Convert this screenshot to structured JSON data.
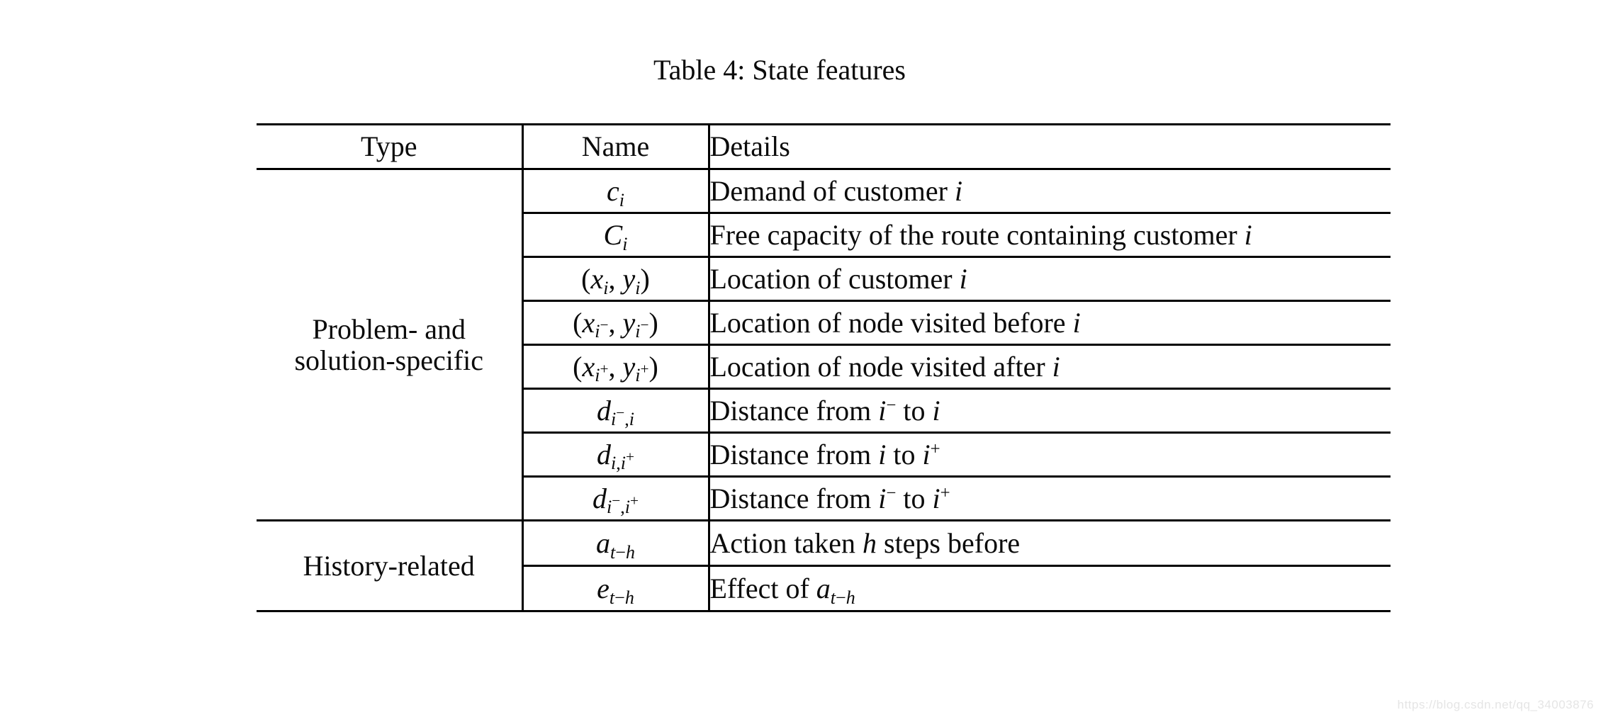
{
  "colors": {
    "background": "#ffffff",
    "text": "#0b0b0b",
    "line": "#000000",
    "watermark": "#e5e5e5"
  },
  "caption": "Table 4: State features",
  "watermark": "https://blog.csdn.net/qq_34003876",
  "table": {
    "header": {
      "type": "Type",
      "name": "Name",
      "details": "Details"
    },
    "groups": [
      {
        "type_label": "Problem- and solution-specific",
        "type_label_html": "Problem- and<br>solution-specific",
        "rows": [
          {
            "name": "c_i",
            "name_html": "<i>c</i><sub><i>i</i></sub>",
            "details": "Demand of customer i",
            "details_html": "Demand of customer <i>i</i>"
          },
          {
            "name": "C_i",
            "name_html": "<i>C</i><sub><i>i</i></sub>",
            "details": "Free capacity of the route containing customer i",
            "details_html": "Free capacity of the route containing customer <i>i</i>"
          },
          {
            "name": "(x_i, y_i)",
            "name_html": "(<i>x</i><sub><i>i</i></sub>, <i>y</i><sub><i>i</i></sub>)",
            "details": "Location of customer i",
            "details_html": "Location of customer <i>i</i>"
          },
          {
            "name": "(x_i-, y_i-)",
            "name_html": "(<i>x</i><sub><i>i</i><sup>−</sup></sub>, <i>y</i><sub><i>i</i><sup>−</sup></sub>)",
            "details": "Location of node visited before i",
            "details_html": "Location of node visited before <i>i</i>"
          },
          {
            "name": "(x_i+, y_i+)",
            "name_html": "(<i>x</i><sub><i>i</i><sup>+</sup></sub>, <i>y</i><sub><i>i</i><sup>+</sup></sub>)",
            "details": "Location of node visited after i",
            "details_html": "Location of node visited after <i>i</i>"
          },
          {
            "name": "d_i-,i",
            "name_html": "<i>d</i><sub><i>i</i><sup>−</sup>,<i>i</i></sub>",
            "details": "Distance from i− to i",
            "details_html": "Distance from <i>i</i><sup>−</sup> to <i>i</i>"
          },
          {
            "name": "d_i,i+",
            "name_html": "<i>d</i><sub><i>i</i>,<i>i</i><sup>+</sup></sub>",
            "details": "Distance from i to i+",
            "details_html": "Distance from <i>i</i> to <i>i</i><sup>+</sup>"
          },
          {
            "name": "d_i-,i+",
            "name_html": "<i>d</i><sub><i>i</i><sup>−</sup>,<i>i</i><sup>+</sup></sub>",
            "details": "Distance from i− to i+",
            "details_html": "Distance from <i>i</i><sup>−</sup> to <i>i</i><sup>+</sup>"
          }
        ]
      },
      {
        "type_label": "History-related",
        "type_label_html": "History-related",
        "rows": [
          {
            "name": "a_t−h",
            "name_html": "<i>a</i><sub><i>t</i>−<i>h</i></sub>",
            "details": "Action taken h steps before",
            "details_html": "Action taken <i>h</i> steps before"
          },
          {
            "name": "e_t−h",
            "name_html": "<i>e</i><sub><i>t</i>−<i>h</i></sub>",
            "details": "Effect of a_t−h",
            "details_html": "Effect of <i>a</i><sub><i>t</i>−<i>h</i></sub>"
          }
        ]
      }
    ]
  }
}
